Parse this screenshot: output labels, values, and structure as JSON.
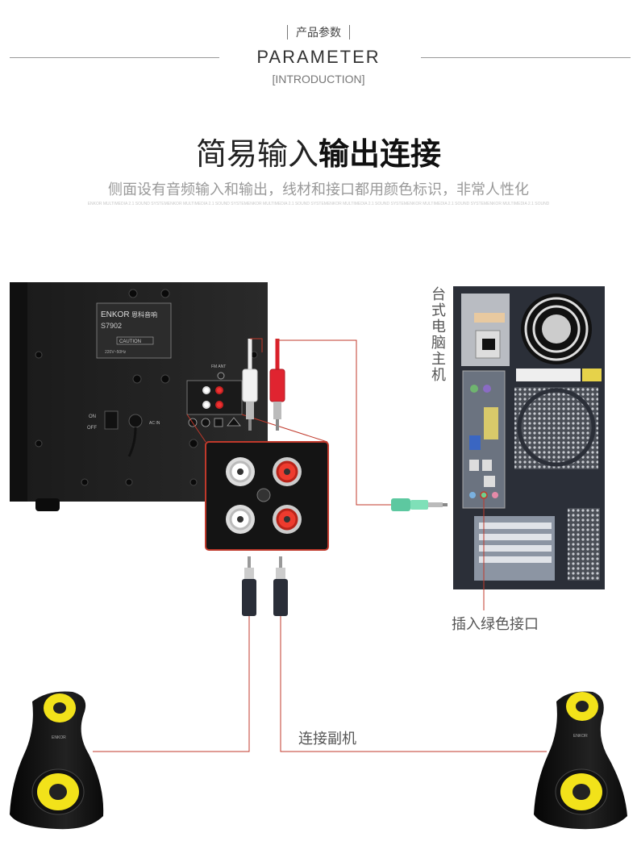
{
  "header": {
    "small_title": "产品参数",
    "parameter": "PARAMETER",
    "introduction": "[INTRODUCTION]"
  },
  "main": {
    "title_plain": "简易输入",
    "title_bold": "输出连接",
    "subtitle": "侧面设有音频输入和输出，线材和接口都用颜色标识，非常人性化",
    "tiny_text": "ENKOR MULTIMEDIA 2.1 SOUND SYSTEMENKOR MULTIMEDIA 2.1 SOUND SYSTEMENKOR MULTIMEDIA 2.1 SOUND SYSTEMENKOR MULTIMEDIA 2.1 SOUND SYSTEMENKOR MULTIMEDIA 2.1 SOUND SYSTEMENKOR MULTIMEDIA 2.1 SOUND"
  },
  "subwoofer": {
    "brand": "ENKOR",
    "brand_cn": "恩科音响",
    "model": "S7902",
    "caution": "CAUTION",
    "spec": "220V~50Hz",
    "on": "ON",
    "off": "OFF",
    "power_label": "AC IN",
    "fm_label": "FM ANT"
  },
  "pc": {
    "label": "台式电脑主机",
    "hint": "插入绿色接口"
  },
  "satellites": {
    "label": "连接副机",
    "brand": "ENKOR"
  },
  "colors": {
    "connector_line": "#c0392b",
    "green_plug": "#5dc8a0",
    "red_plug": "#d9202a",
    "yellow_cone": "#f2e21a"
  }
}
